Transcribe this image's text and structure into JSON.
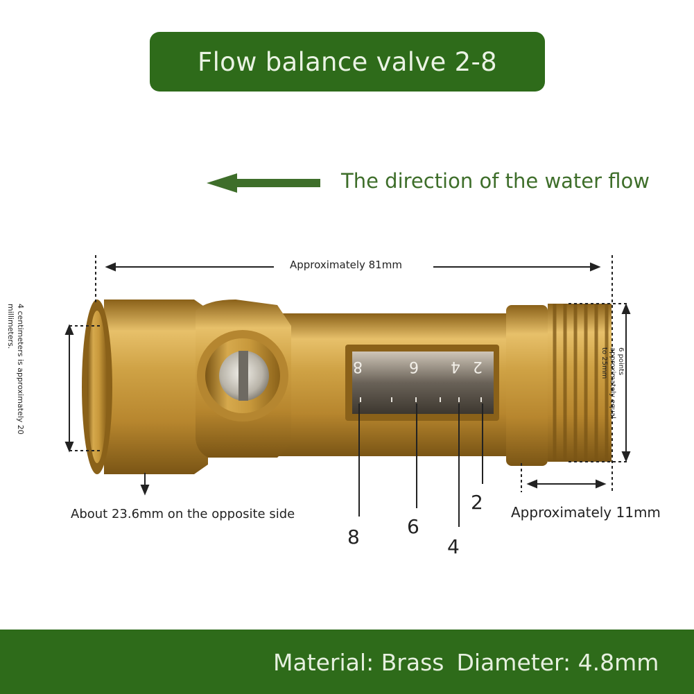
{
  "title": "Flow balance valve 2-8",
  "flow_direction_label": "The direction of the water flow",
  "dimensions": {
    "length": "Approximately 81mm",
    "left_side": "4 centimeters is approximately 20 millimeters.",
    "right_side": "6 points approximately equal to 25mm",
    "opposite_side": "About 23.6mm on the opposite side",
    "thread_length": "Approximately 11mm"
  },
  "scale_labels": [
    "8",
    "6",
    "4",
    "2"
  ],
  "window_scale": [
    "8",
    "6",
    "4",
    "2"
  ],
  "footer": {
    "material": "Material: Brass",
    "diameter": "Diameter: 4.8mm"
  },
  "colors": {
    "banner_green": "#2e6b1a",
    "brass": "#c89a3a"
  }
}
